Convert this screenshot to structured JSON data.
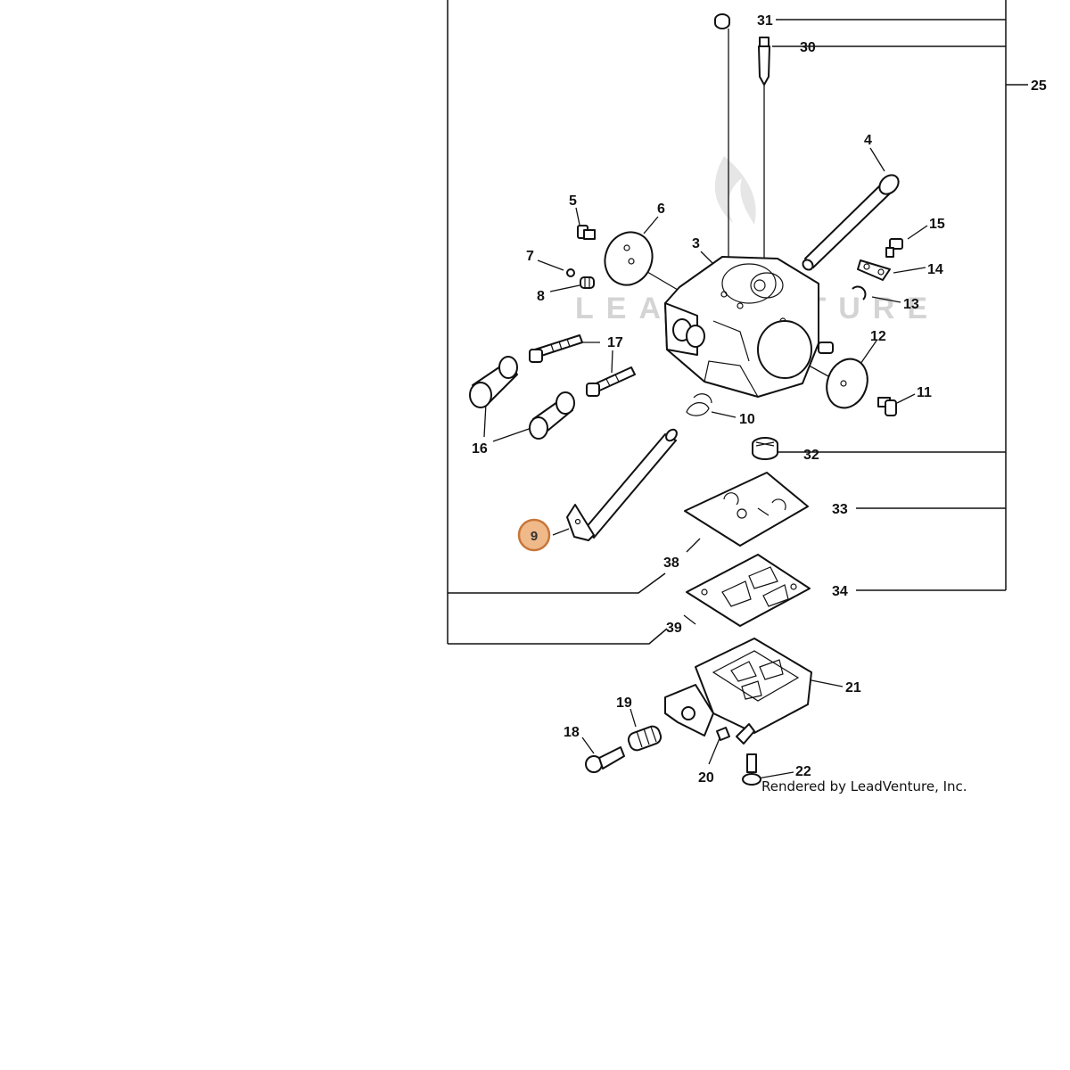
{
  "diagram": {
    "callouts": {
      "c3": "3",
      "c4": "4",
      "c5": "5",
      "c6": "6",
      "c7": "7",
      "c8": "8",
      "c9": "9",
      "c10": "10",
      "c11": "11",
      "c12": "12",
      "c13": "13",
      "c14": "14",
      "c15": "15",
      "c16": "16",
      "c17": "17",
      "c18": "18",
      "c19": "19",
      "c20": "20",
      "c21": "21",
      "c22": "22",
      "c25": "25",
      "c30": "30",
      "c31": "31",
      "c32": "32",
      "c33": "33",
      "c34": "34",
      "c38": "38",
      "c39": "39"
    },
    "highlighted_part": "9",
    "highlight_color": "#f0b98a",
    "watermark": "LEADVENTURE",
    "credit": "Rendered by LeadVenture, Inc."
  }
}
